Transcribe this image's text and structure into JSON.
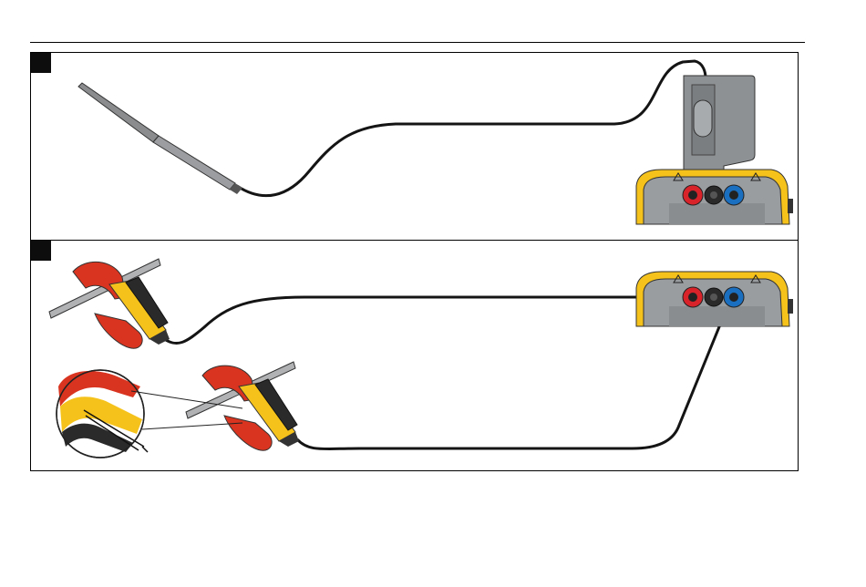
{
  "figure": {
    "panels": [
      {
        "id": "connection-a",
        "marker": "black-square",
        "items": [
          "thermocouple-probe",
          "temperature-adapter",
          "scope-meter-inputs"
        ]
      },
      {
        "id": "connection-b",
        "marker": "black-square",
        "items": [
          "current-clamp-1",
          "current-clamp-2",
          "clamp-jaw-detail",
          "scope-meter-inputs"
        ]
      }
    ],
    "colors": {
      "holster_yellow": "#f4c21a",
      "input_red": "#d9232a",
      "input_blue": "#1a6fc0",
      "clamp_red": "#d8341f",
      "meter_gray": "#9a9da0",
      "cable": "#111111"
    }
  }
}
